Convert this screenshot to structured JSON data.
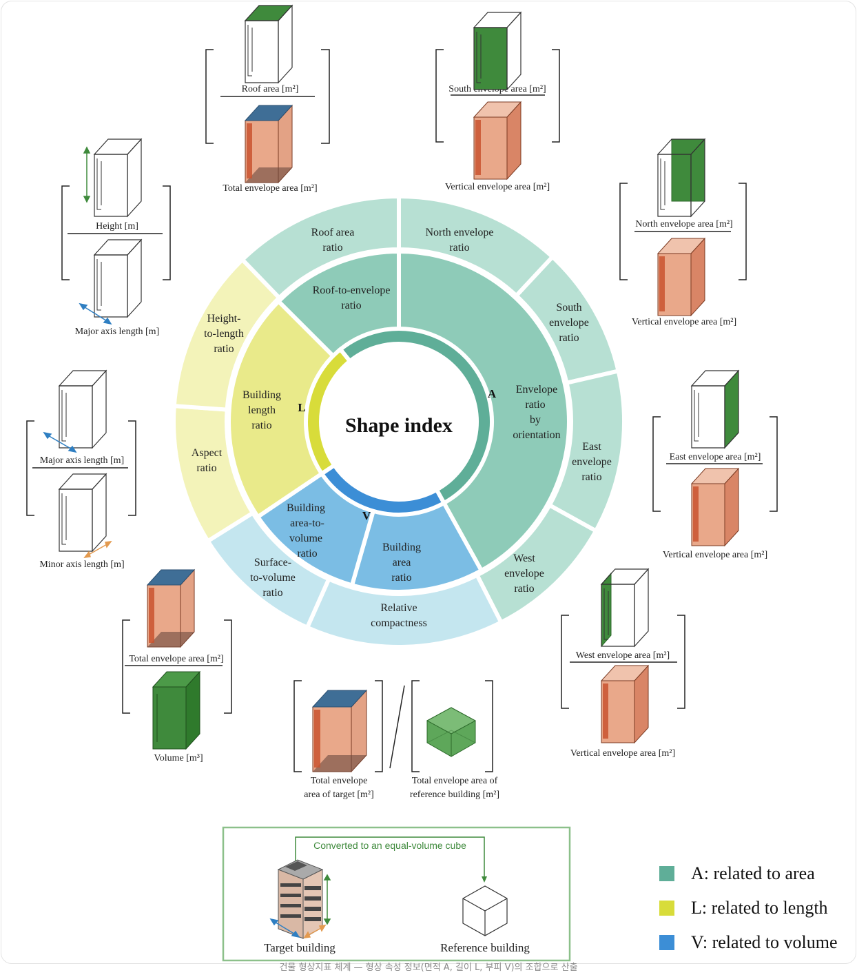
{
  "center_title": "Shape index",
  "groups": [
    {
      "key": "A",
      "color": "#5fae98",
      "light": "#8ecbb8",
      "lighter": "#b7e0d3"
    },
    {
      "key": "L",
      "color": "#d8dc3a",
      "light": "#e9ea8a",
      "lighter": "#f3f3b9"
    },
    {
      "key": "V",
      "color": "#3c8ed6",
      "light": "#7bbde4",
      "lighter": "#c4e6ef"
    }
  ],
  "ring2_labels": {
    "roof_to_envelope": [
      "Roof-to-envelope",
      "ratio"
    ],
    "envelope_by_orientation": [
      "Envelope",
      "ratio",
      "by",
      "orientation"
    ],
    "building_length": [
      "Building",
      "length",
      "ratio"
    ],
    "building_area_to_volume": [
      "Building",
      "area-to-",
      "volume",
      "ratio"
    ],
    "building_area": [
      "Building",
      "area",
      "ratio"
    ]
  },
  "ring3_labels": {
    "roof_area": [
      "Roof area",
      "ratio"
    ],
    "north_envelope": [
      "North envelope",
      "ratio"
    ],
    "south_envelope": [
      "South",
      "envelope",
      "ratio"
    ],
    "east_envelope": [
      "East",
      "envelope",
      "ratio"
    ],
    "west_envelope": [
      "West",
      "envelope",
      "ratio"
    ],
    "relative_compactness": [
      "Relative",
      "compactness"
    ],
    "surface_to_volume": [
      "Surface-",
      "to-volume",
      "ratio"
    ],
    "aspect": [
      "Aspect",
      "ratio"
    ],
    "height_to_length": [
      "Height-",
      "to-length",
      "ratio"
    ]
  },
  "formulas": {
    "roof": {
      "num": "Roof area [m²]",
      "den": "Total envelope area [m²]"
    },
    "south": {
      "num": "South envelope area [m²]",
      "den": "Vertical envelope area [m²]"
    },
    "north": {
      "num": "North envelope area [m²]",
      "den": "Vertical envelope area [m²]"
    },
    "east": {
      "num": "East envelope area [m²]",
      "den": "Vertical envelope area [m²]"
    },
    "west": {
      "num": "West envelope area [m²]",
      "den": "Vertical envelope area [m²]"
    },
    "height": {
      "num": "Height [m]",
      "den": "Major axis length [m]"
    },
    "aspect": {
      "num": "Major axis length [m]",
      "den": "Minor axis length [m]"
    },
    "stv": {
      "num": "Total envelope area [m²]",
      "den": "Volume [m³]"
    },
    "rc_left": [
      "Total envelope",
      "area of target [m²]"
    ],
    "rc_right": [
      "Total envelope area of",
      "reference building [m²]"
    ]
  },
  "inset": {
    "arrow_label": "Converted to an equal-volume cube",
    "target": "Target building",
    "reference": "Reference building"
  },
  "legend": [
    {
      "label": "A: related to area",
      "color": "#5fae98"
    },
    {
      "label": "L: related to length",
      "color": "#d8dc3a"
    },
    {
      "label": "V: related to volume",
      "color": "#3c8ed6"
    }
  ],
  "caption": "건물 형상지표 체계 — 형상 속성 정보(면적 A, 길이 L, 부피 V)의 조합으로 산출"
}
